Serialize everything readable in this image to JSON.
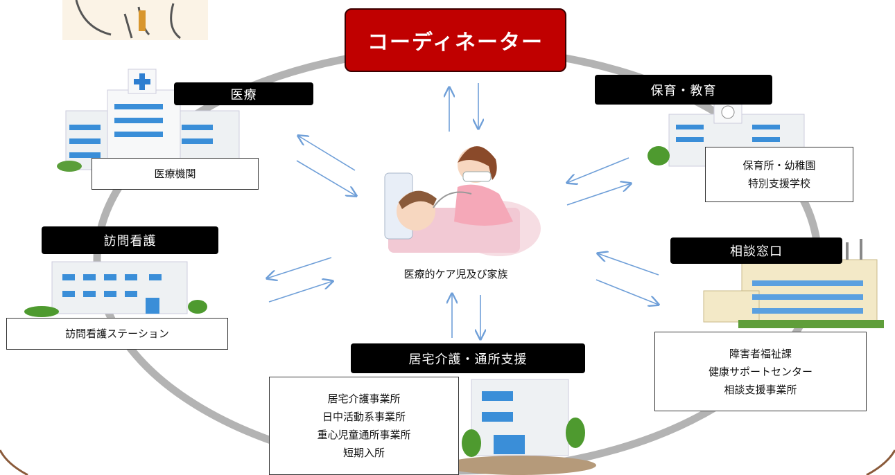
{
  "colors": {
    "coordinator": "#c00000",
    "arrow": "#6f9fd8",
    "ring": "#b3b3b3",
    "header": "#000000"
  },
  "coordinator": {
    "label": "コーディネーター"
  },
  "center": {
    "label": "医療的ケア児及び家族",
    "illustration": "nurse-caring-child-illustration"
  },
  "nodes": {
    "medical": {
      "header": "医療",
      "items": [
        "医療機関"
      ],
      "icon": "hospital-icon"
    },
    "childcare": {
      "header": "保育・教育",
      "items": [
        "保育所・幼稚園",
        "特別支援学校"
      ],
      "icon": "school-icon"
    },
    "visiting": {
      "header": "訪問看護",
      "items": [
        "訪問看護ステーション"
      ],
      "icon": "clinic-building-icon"
    },
    "consult": {
      "header": "相談窓口",
      "items": [
        "障害者福祉課",
        "健康サポートセンター",
        "相談支援事業所"
      ],
      "icon": "office-building-icon"
    },
    "homecare": {
      "header": "居宅介護・通所支援",
      "items": [
        "居宅介護事業所",
        "日中活動系事業所",
        "重心児童通所事業所",
        "短期入所"
      ],
      "icon": "care-facility-icon"
    }
  }
}
